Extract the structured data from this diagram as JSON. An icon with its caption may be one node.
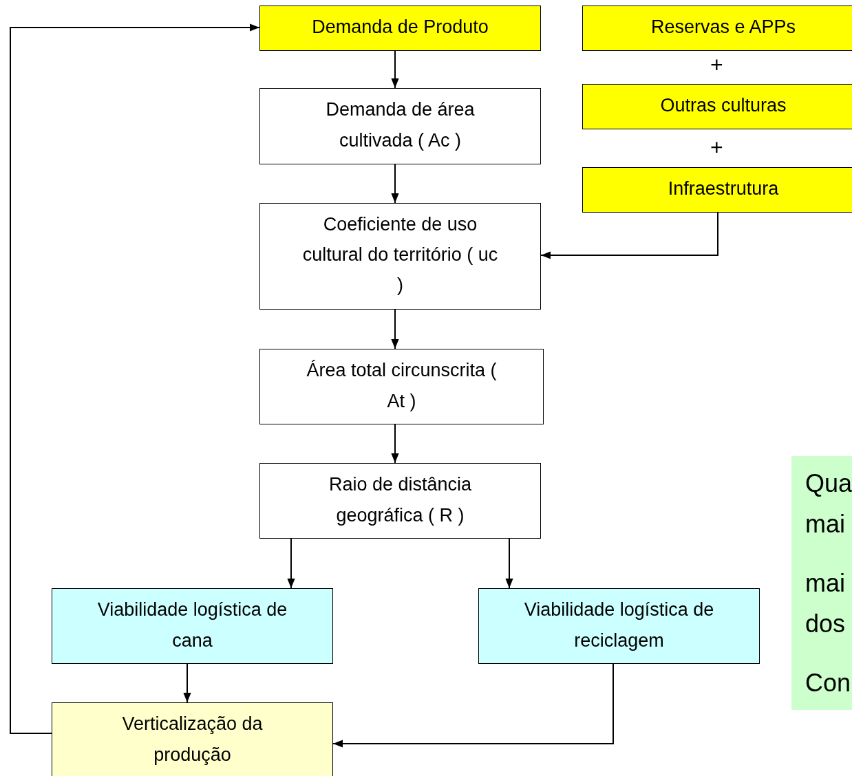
{
  "diagram": {
    "nodes": [
      {
        "text": [
          "Demanda de Produto"
        ]
      },
      {
        "text": [
          "Demanda de área cultivada ( Ac )"
        ]
      },
      {
        "text": [
          "Coeficiente de uso cultural do território ( uc )"
        ]
      },
      {
        "text": [
          "Área total circunscrita ( At )"
        ]
      },
      {
        "text": [
          "Raio de distância geográfica ( R )"
        ]
      },
      {
        "text": [
          "Reservas e APPs"
        ]
      },
      {
        "text": [
          "Outras culturas"
        ]
      },
      {
        "text": [
          "Infraestrutura"
        ]
      },
      {
        "text": [
          "Viabilidade logística de cana"
        ]
      },
      {
        "text": [
          "Viabilidade logística de reciclagem"
        ]
      },
      {
        "text": [
          "Verticalização da produção"
        ]
      },
      {
        "text": [
          "Qua mai",
          "mai dos",
          "Con"
        ]
      }
    ],
    "edges": [
      {
        "from": 0,
        "to": 1,
        "arrow": "to"
      },
      {
        "from": 1,
        "to": 2,
        "arrow": "to"
      },
      {
        "from": 2,
        "to": 3,
        "arrow": "to"
      },
      {
        "from": 3,
        "to": 4,
        "arrow": "to"
      },
      {
        "from": 7,
        "to": 2,
        "arrow": "to"
      },
      {
        "from": 4,
        "to": 8,
        "arrow": "to"
      },
      {
        "from": 4,
        "to": 9,
        "arrow": "to"
      },
      {
        "from": 8,
        "to": 10,
        "arrow": "to"
      },
      {
        "from": 9,
        "to": 10,
        "arrow": "to"
      },
      {
        "from": 10,
        "to": 0,
        "arrow": "to"
      }
    ],
    "labels": [
      "+",
      "+"
    ]
  }
}
